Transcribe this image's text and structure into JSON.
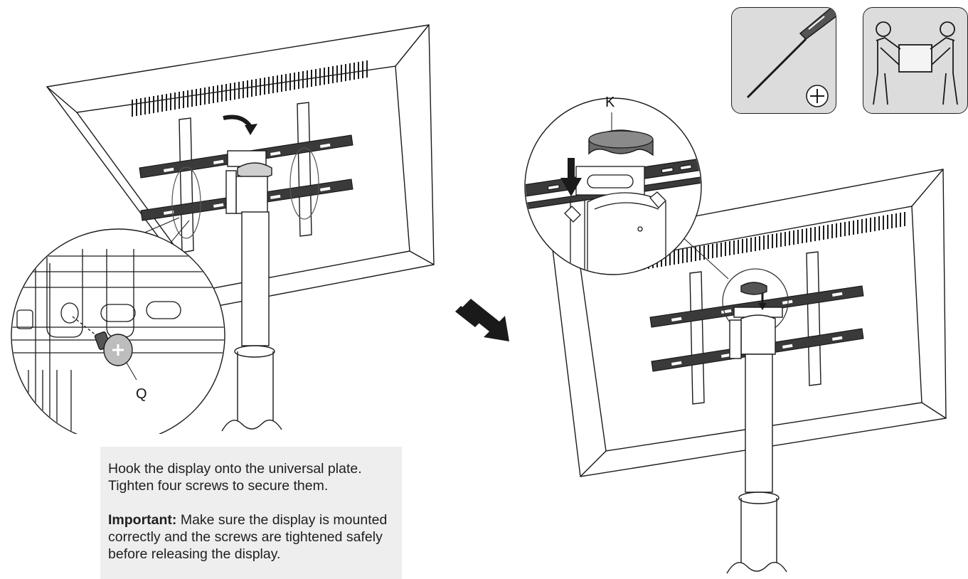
{
  "callouts": {
    "screw_part": "Q",
    "cap_part": "K"
  },
  "instructions": {
    "line1": "Hook the display onto the universal plate.",
    "line2": "Tighten four screws to secure them.",
    "important_label": "Important:",
    "important_text": " Make sure the display is mounted correctly and the screws are tightened safely before releasing the display."
  },
  "tools": [
    {
      "icon": "phillips-screwdriver-icon"
    },
    {
      "icon": "two-person-lift-icon"
    }
  ],
  "colors": {
    "line": "#1a1a1a",
    "panel_bg": "#eeeeee",
    "card_bg": "#dcdcdc"
  }
}
